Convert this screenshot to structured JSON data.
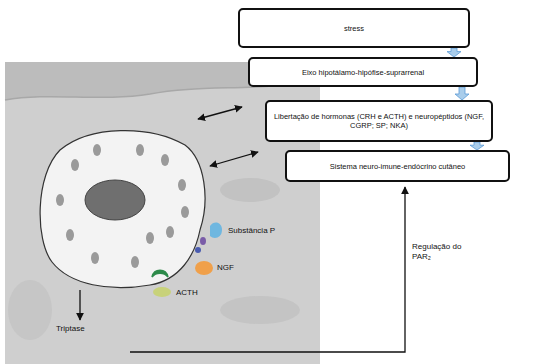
{
  "diagram": {
    "nodes": [
      {
        "text": [
          "stress"
        ]
      },
      {
        "text": [
          "Eixo hipotálamo-hipófise-suprarrenal"
        ]
      },
      {
        "text": [
          "Libertação de hormonas (CRH e ACTH) e neuropéptidos (NGF, CGRP; SP; NKA)"
        ]
      },
      {
        "text": [
          "Sistema neuro-imune-endócrino cutâneo"
        ]
      }
    ],
    "edges": [
      {
        "from": 0,
        "to": 1,
        "arrow": "to"
      },
      {
        "from": 1,
        "to": 2,
        "arrow": "to"
      },
      {
        "from": 2,
        "to": 3,
        "arrow": "to"
      }
    ],
    "labels": [
      "Substância P",
      "NGF",
      "ACTH",
      "Triptase",
      "Regulação do PAR₂"
    ]
  }
}
